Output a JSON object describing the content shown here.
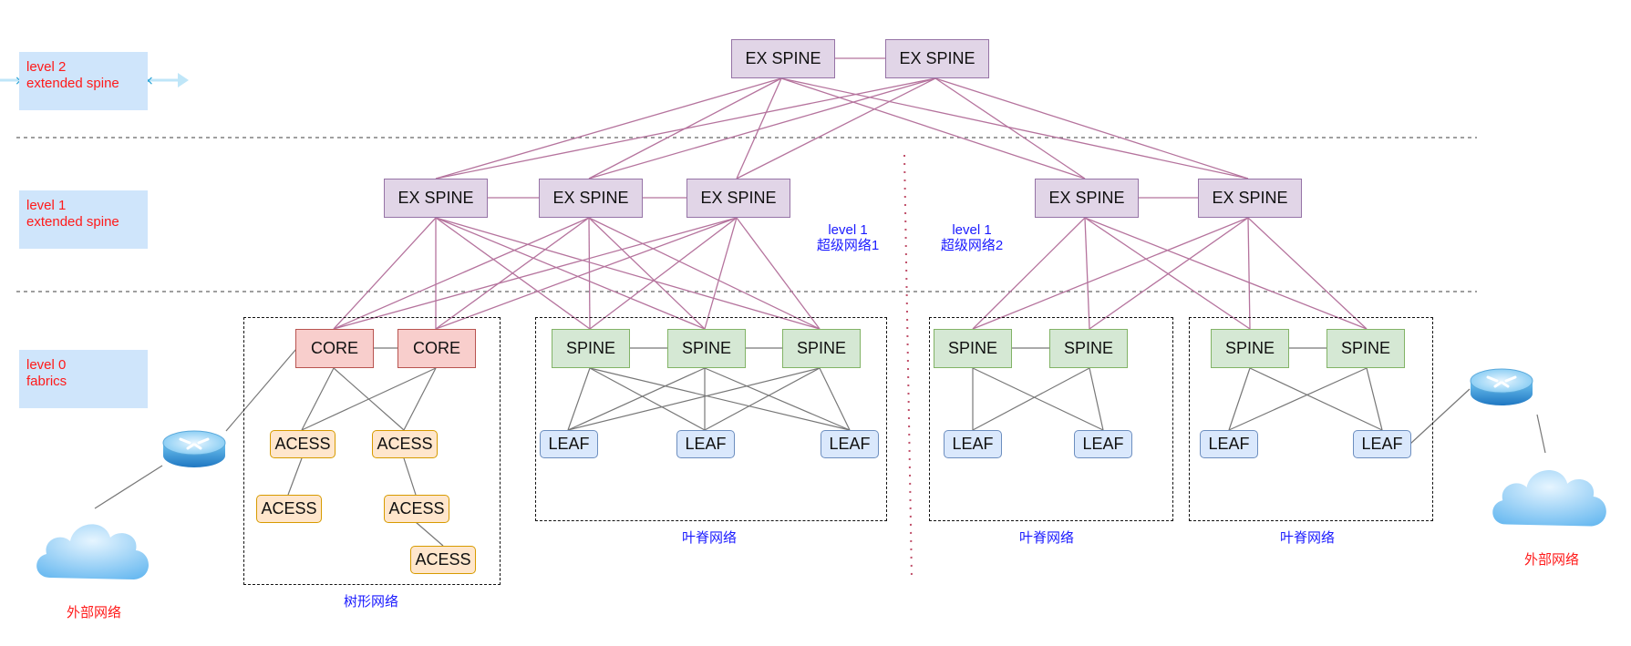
{
  "levels": {
    "level2": {
      "line1": "level 2",
      "line2": "extended spine"
    },
    "level1": {
      "line1": "level 1",
      "line2": "extended spine"
    },
    "level0": {
      "line1": "level 0",
      "line2": "fabrics"
    }
  },
  "nodes": {
    "ex_spine_top_1": "EX SPINE",
    "ex_spine_top_2": "EX SPINE",
    "ex_spine_l1_1": "EX SPINE",
    "ex_spine_l1_2": "EX SPINE",
    "ex_spine_l1_3": "EX SPINE",
    "ex_spine_l1_4": "EX SPINE",
    "ex_spine_l1_5": "EX SPINE",
    "core_1": "CORE",
    "core_2": "CORE",
    "acess_1": "ACESS",
    "acess_2": "ACESS",
    "acess_3": "ACESS",
    "acess_4": "ACESS",
    "acess_5": "ACESS",
    "spine_1": "SPINE",
    "spine_2": "SPINE",
    "spine_3": "SPINE",
    "spine_4": "SPINE",
    "spine_5": "SPINE",
    "spine_6": "SPINE",
    "spine_7": "SPINE",
    "leaf_1": "LEAF",
    "leaf_2": "LEAF",
    "leaf_3": "LEAF",
    "leaf_4": "LEAF",
    "leaf_5": "LEAF",
    "leaf_6": "LEAF",
    "leaf_7": "LEAF"
  },
  "captions": {
    "super_net_1": {
      "line1": "level 1",
      "line2": "超级网络1"
    },
    "super_net_2": {
      "line1": "level 1",
      "line2": "超级网络2"
    },
    "tree_network": "树形网络",
    "leaf_spine_1": "叶脊网络",
    "leaf_spine_2": "叶脊网络",
    "leaf_spine_3": "叶脊网络",
    "external_left": "外部网络",
    "external_right": "外部网络"
  },
  "colors": {
    "ex_spine_fill": "#e1d5e7",
    "core_fill": "#f8cecc",
    "spine_fill": "#d5e8d4",
    "leaf_fill": "#dae8fc",
    "acess_fill": "#ffe6cc",
    "ex_link": "#b5739d",
    "fabric_link": "#666666",
    "level_text": "#ff1a1a",
    "caption_text": "#1a1aff"
  },
  "icons": [
    "router-icon",
    "cloud-icon"
  ]
}
